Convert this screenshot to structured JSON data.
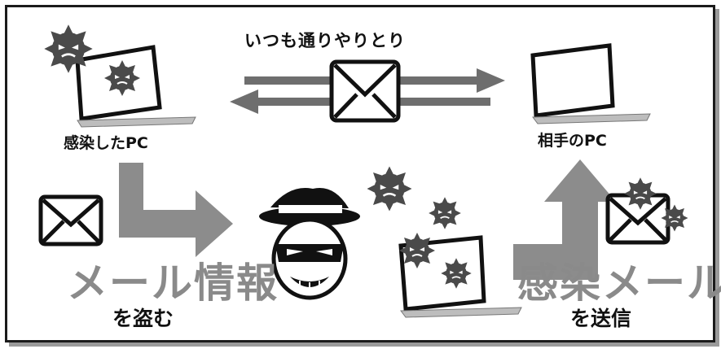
{
  "labels": {
    "top": "いつも通りやりとり",
    "infected_pc": "感染したPC",
    "partner_pc": "相手のPC",
    "mail_info": "メール情報",
    "steal": "を盗む",
    "infect_mail": "感染メール",
    "send": "を送信"
  },
  "colors": {
    "arrow_gray": "#8c8c8c",
    "big_text_gray": "#8a8a8a",
    "outline": "#111111",
    "virus": "#4a4a4a"
  },
  "icons": [
    "virus-icon",
    "laptop-icon",
    "envelope-icon",
    "hacker-icon",
    "arrow-icon"
  ]
}
